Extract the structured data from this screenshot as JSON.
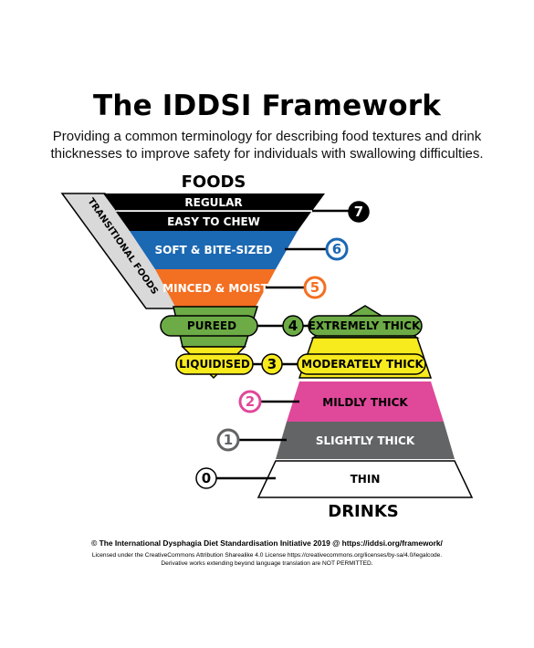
{
  "title": "The IDDSI Framework",
  "subtitle": [
    "Providing a common terminology for describing food textures and drink",
    "thicknesses to improve safety for individuals with swallowing difficulties."
  ],
  "headers": {
    "foods": "FOODS",
    "drinks": "DRINKS",
    "transitional": "TRANSITIONAL FOODS"
  },
  "foods": [
    {
      "label": "REGULAR",
      "level": "7",
      "color": "#000000"
    },
    {
      "label": "EASY TO CHEW",
      "level": "7",
      "color": "#000000"
    },
    {
      "label": "SOFT & BITE-SIZED",
      "level": "6",
      "color": "#1b68b3"
    },
    {
      "label": "MINCED & MOIST",
      "level": "5",
      "color": "#f36f21"
    },
    {
      "label": "PUREED",
      "level": "4",
      "color": "#6cab45"
    },
    {
      "label": "LIQUIDISED",
      "level": "3",
      "color": "#f7ea1d"
    }
  ],
  "drinks": [
    {
      "label": "EXTREMELY THICK",
      "level": "4",
      "color": "#6cab45"
    },
    {
      "label": "MODERATELY THICK",
      "level": "3",
      "color": "#f7ea1d"
    },
    {
      "label": "MILDLY THICK",
      "level": "2",
      "color": "#e0489a"
    },
    {
      "label": "SLIGHTLY THICK",
      "level": "1",
      "color": "#636466"
    },
    {
      "label": "THIN",
      "level": "0",
      "color": "#ffffff"
    }
  ],
  "footer": {
    "copyright": "© The International Dysphagia Diet Standardisation Initiative 2019 @ https://iddsi.org/framework/",
    "license": "Licensed under the CreativeCommons Attribution Sharealike 4.0 License https://creativecommons.org/licenses/by-sa/4.0/legalcode.",
    "derivative": "Derivative works extending beyond language translation are NOT PERMITTED."
  }
}
